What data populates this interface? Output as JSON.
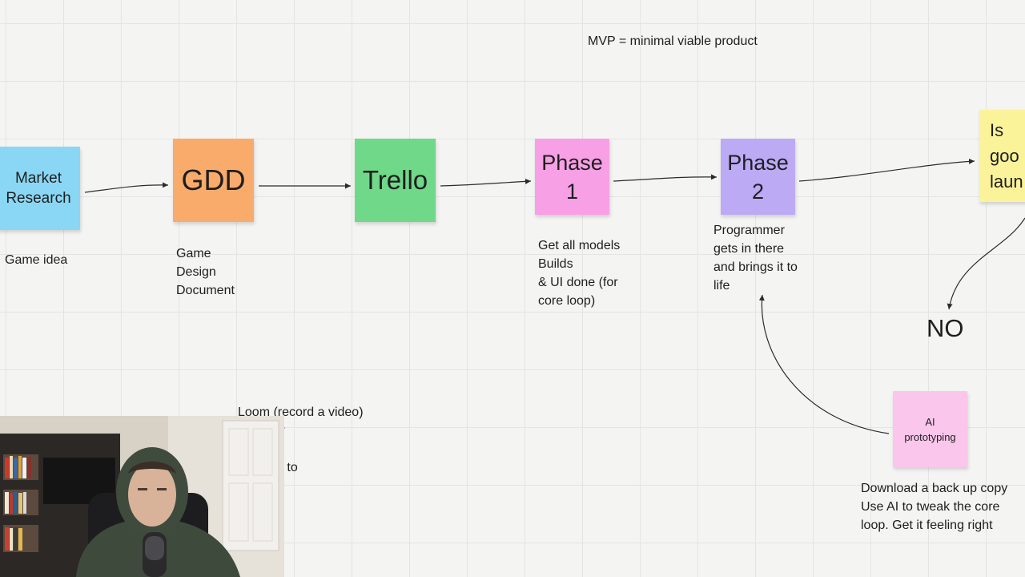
{
  "board": {
    "mvp_note": "MVP = minimal viable product",
    "notes": {
      "market_research": {
        "label": "Market\nResearch",
        "color": "#8ad7f5"
      },
      "gdd": {
        "label": "GDD",
        "color": "#f9ab6c"
      },
      "trello": {
        "label": "Trello",
        "color": "#6fd889"
      },
      "phase1": {
        "label": "Phase\n1",
        "color": "#f7a0e5"
      },
      "phase2": {
        "label": "Phase\n2",
        "color": "#bcaaf5"
      },
      "launch": {
        "label": "Is\ngoo\nlaun",
        "color": "#fbf39a"
      },
      "ai_prototyping": {
        "label": "AI\nprototyping",
        "color": "#fbc6ec"
      }
    },
    "captions": {
      "market_research": "Game idea",
      "gdd": "Game\nDesign\nDocument",
      "phase1": "Get all models\nBuilds\n& UI done (for\ncore loop)",
      "phase2": "Programmer\ngets in there\nand brings it to\nlife",
      "ai_prototyping": "Download a back up copy\nUse AI to tweak the core\nloop. Get it feeling right",
      "loom": "Loom (record a video)\n          tures for\n          ces\n          erences to"
    },
    "decision_no": "NO"
  }
}
